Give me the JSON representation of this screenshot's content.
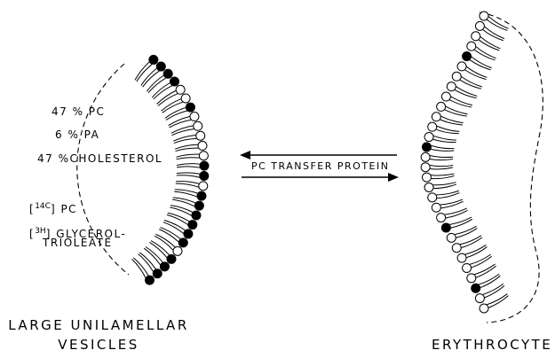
{
  "vesicle": {
    "composition": [
      "47 % PC",
      "6 % PA",
      "47 %CHOLESTEROL"
    ],
    "label_pc": {
      "isotope": "14C",
      "name": "PC"
    },
    "label_trioleate": {
      "isotope": "3H",
      "name_line1": "GLYCEROL-",
      "name_line2": "TRIOLEATE"
    },
    "caption_line1": "LARGE UNILAMELLAR",
    "caption_line2": "VESICLES"
  },
  "transfer": {
    "label": "PC TRANSFER PROTEIN"
  },
  "erythrocyte": {
    "caption": "ERYTHROCYTE"
  },
  "colors": {
    "ink": "#000000",
    "background": "#ffffff"
  }
}
